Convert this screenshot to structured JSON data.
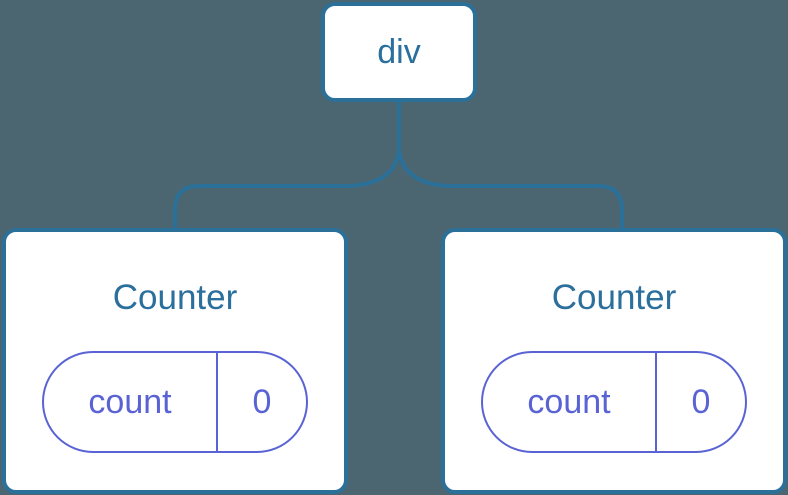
{
  "diagram": {
    "type": "component-tree",
    "background_color": "#4b6670",
    "node_border_color": "#2b7098",
    "node_text_color": "#2b6f9c",
    "state_pill_color": "#5a63d4",
    "connector_color": "#2b7098"
  },
  "root": {
    "label": "div"
  },
  "children": [
    {
      "label": "Counter",
      "state": {
        "key": "count",
        "value": "0"
      }
    },
    {
      "label": "Counter",
      "state": {
        "key": "count",
        "value": "0"
      }
    }
  ]
}
